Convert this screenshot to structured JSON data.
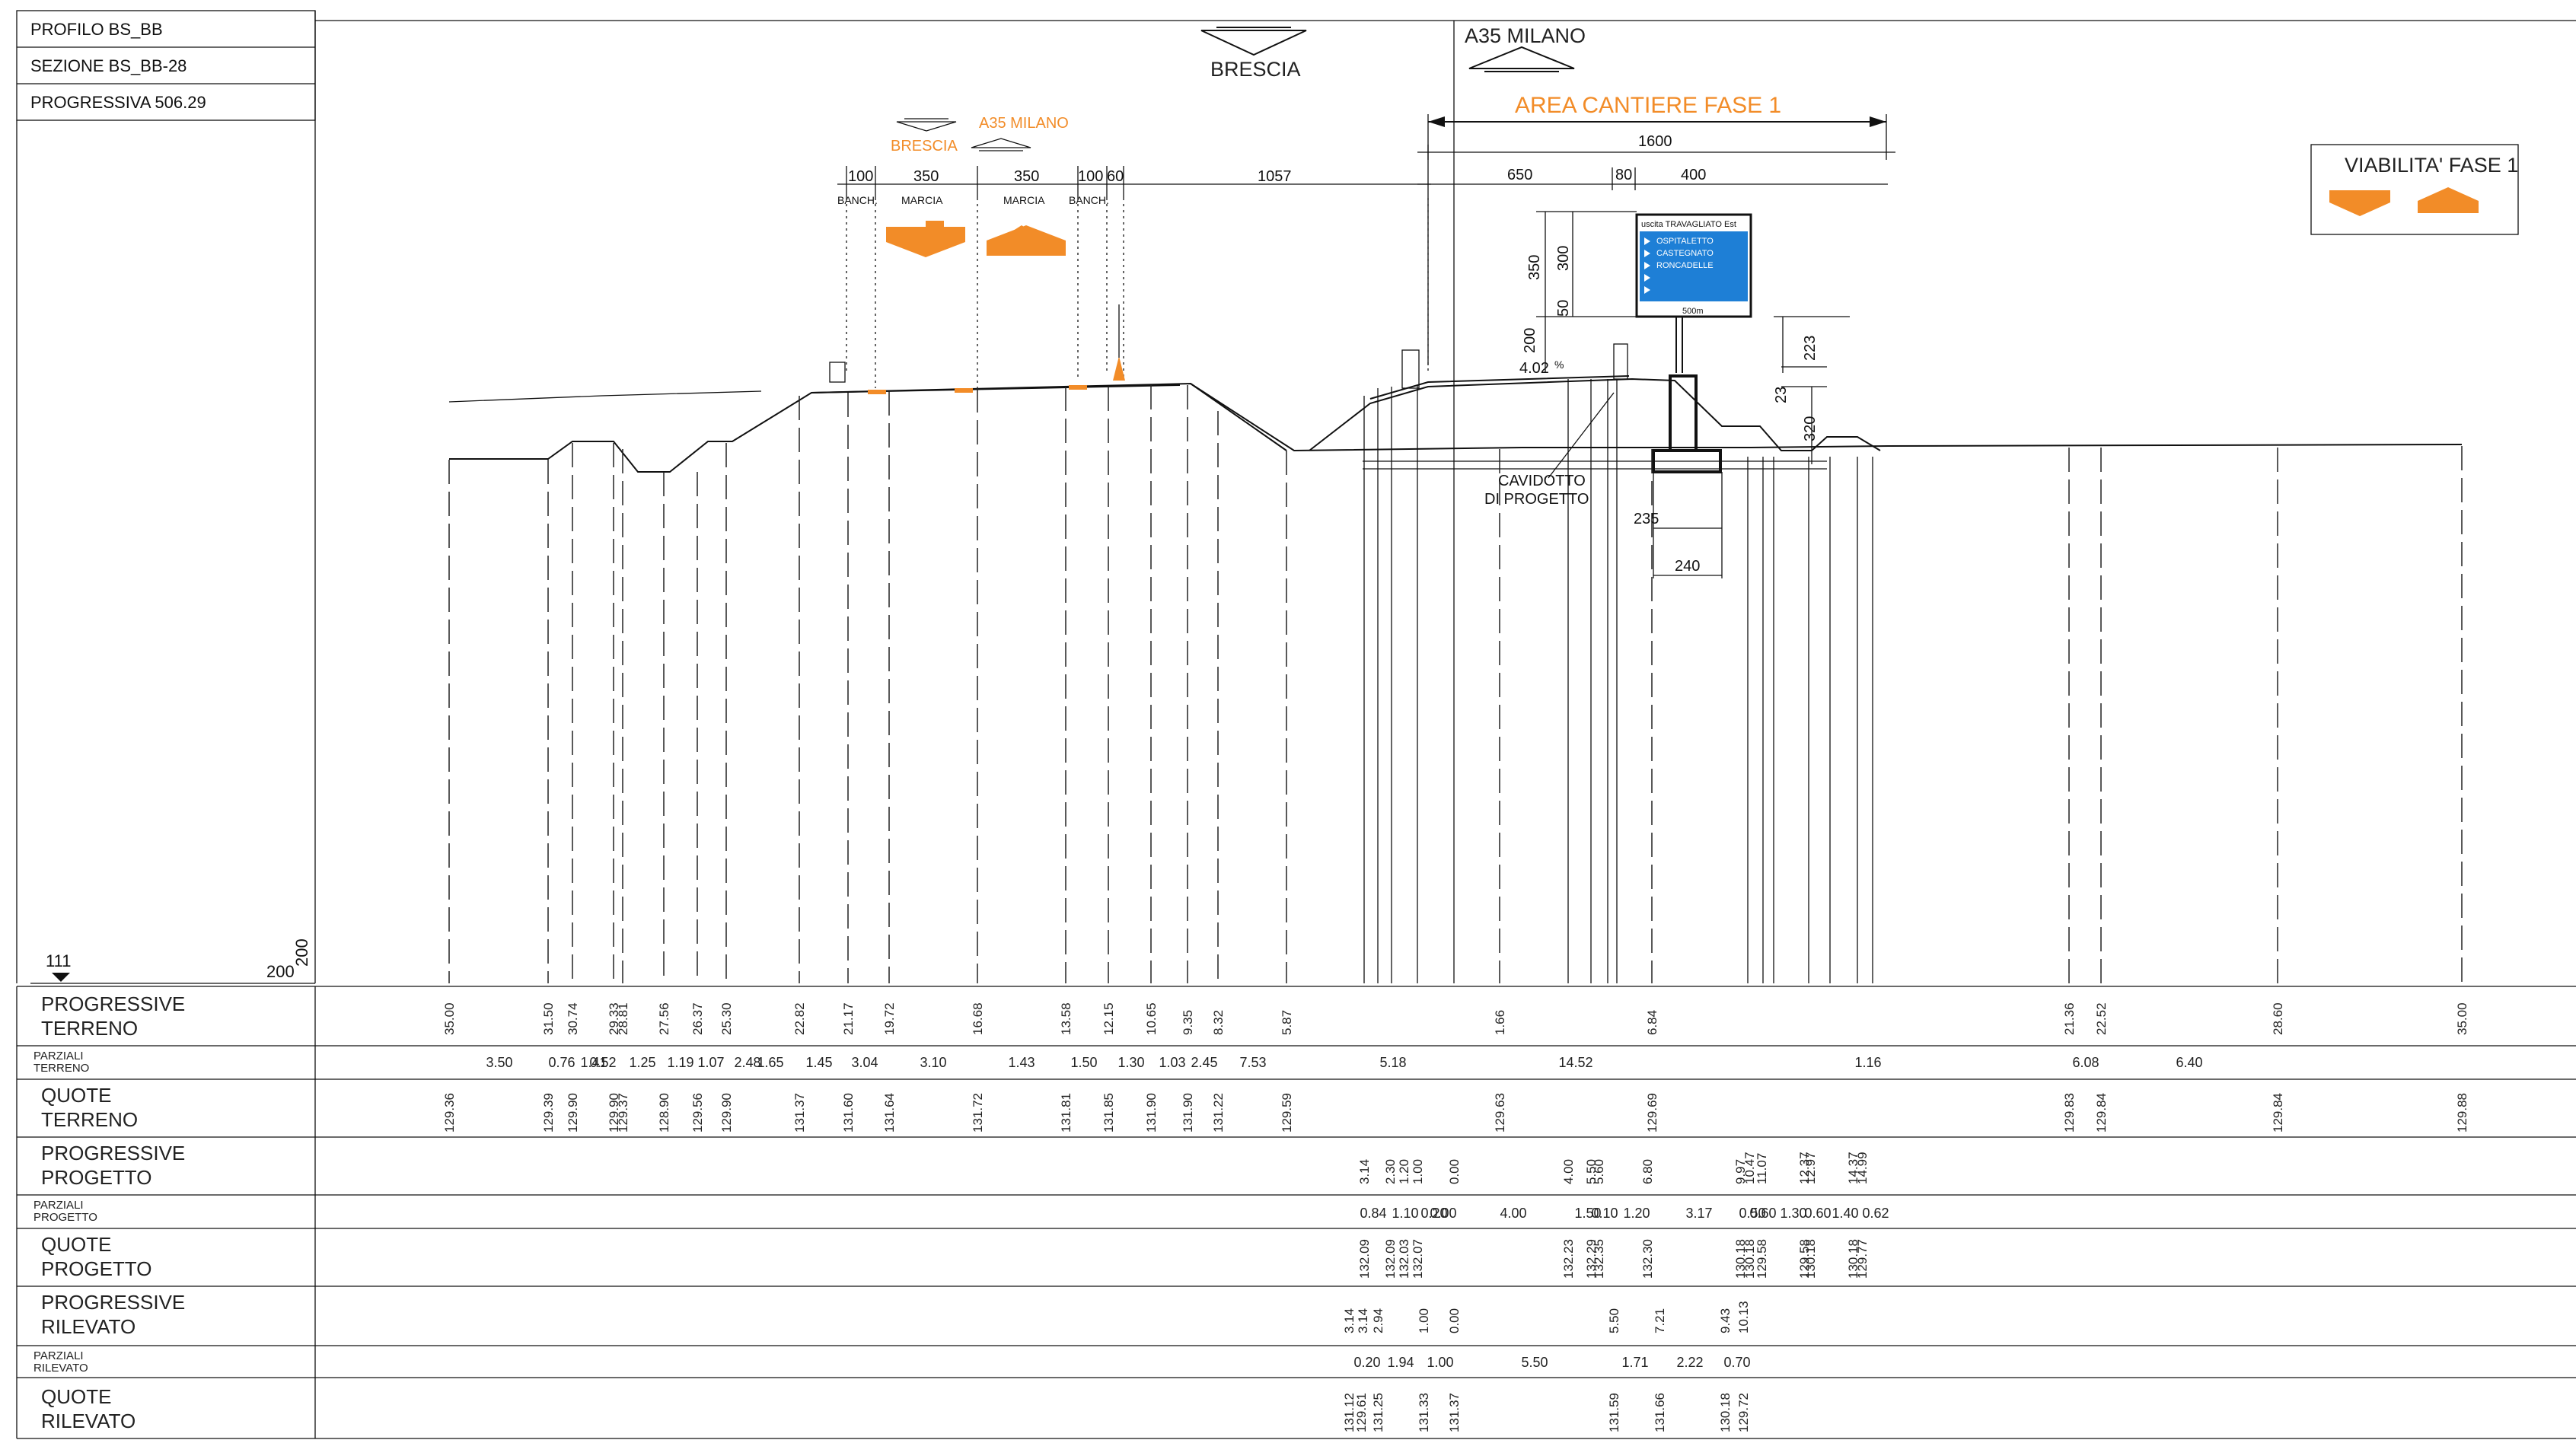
{
  "title_block": {
    "profilo": "PROFILO  BS_BB",
    "sezione": "SEZIONE  BS_BB-28",
    "progressiva": "PROGRESSIVA  506.29"
  },
  "ref": {
    "datum": "111",
    "scale_a": "200",
    "scale_b": "200"
  },
  "directions": {
    "brescia_top": "BRESCIA",
    "milano_top": "A35 MILANO",
    "brescia_small": "BRESCIA",
    "milano_small": "A35 MILANO"
  },
  "area_cantiere": {
    "label": "AREA CANTIERE FASE 1",
    "width": "1600",
    "dims": [
      "650",
      "80",
      "400"
    ]
  },
  "carriageway": {
    "dims": [
      "100",
      "350",
      "350",
      "100",
      "60",
      "1057"
    ],
    "labels": [
      "BANCH.",
      "MARCIA",
      "MARCIA",
      "BANCH."
    ]
  },
  "viabilita": {
    "label": "VIABILITA' FASE 1"
  },
  "sign": {
    "title": "uscita TRAVAGLIATO Est",
    "destinations": [
      "OSPITALETTO",
      "CASTEGNATO",
      "RONCADELLE"
    ],
    "distance": "500m",
    "dims": [
      "350",
      "300",
      "50",
      "200",
      "4.02",
      "223",
      "23",
      "320",
      "235",
      "240"
    ],
    "pct": "%"
  },
  "callout": {
    "line1": "CAVIDOTTO",
    "line2": "DI PROGETTO"
  },
  "colors": {
    "accent": "#f28c28",
    "sign_blue": "#1e7fd6",
    "line": "#111111"
  },
  "table": {
    "rows": [
      {
        "label1": "PROGRESSIVE",
        "label2": "TERRENO"
      },
      {
        "label1": "PARZIALI",
        "label2": "TERRENO"
      },
      {
        "label1": "QUOTE",
        "label2": "TERRENO"
      },
      {
        "label1": "PROGRESSIVE",
        "label2": "PROGETTO"
      },
      {
        "label1": "PARZIALI",
        "label2": "PROGETTO"
      },
      {
        "label1": "QUOTE",
        "label2": "PROGETTO"
      },
      {
        "label1": "PROGRESSIVE",
        "label2": "RILEVATO"
      },
      {
        "label1": "PARZIALI",
        "label2": "RILEVATO"
      },
      {
        "label1": "QUOTE",
        "label2": "RILEVATO"
      }
    ],
    "prog_terreno": [
      "35.00",
      "31.50",
      "30.74",
      "29.33",
      "28.81",
      "27.56",
      "26.37",
      "25.30",
      "22.82",
      "21.17",
      "19.72",
      "16.68",
      "13.58",
      "12.15",
      "10.65",
      "9.35",
      "8.32",
      "5.87",
      "1.66",
      "6.84",
      "21.36",
      "22.52",
      "28.60",
      "35.00"
    ],
    "parz_terreno": [
      "3.50",
      "0.76",
      "1.41",
      "0.52",
      "1.25",
      "1.19",
      "1.07",
      "2.48",
      "1.65",
      "1.45",
      "3.04",
      "3.10",
      "1.43",
      "1.50",
      "1.30",
      "1.03",
      "2.45",
      "7.53",
      "5.18",
      "14.52",
      "1.16",
      "6.08",
      "6.40"
    ],
    "quote_terreno": [
      "129.36",
      "129.39",
      "129.90",
      "129.90",
      "129.37",
      "128.90",
      "129.56",
      "129.90",
      "131.37",
      "131.60",
      "131.64",
      "131.72",
      "131.81",
      "131.85",
      "131.90",
      "131.90",
      "131.22",
      "129.59",
      "129.63",
      "129.69",
      "129.83",
      "129.84",
      "129.84",
      "129.88"
    ],
    "prog_progetto": [
      "3.14",
      "2.30",
      "1.20",
      "1.00",
      "0.00",
      "4.00",
      "5.50",
      "5.60",
      "6.80",
      "9.97",
      "10.47",
      "11.07",
      "12.37",
      "12.97",
      "14.37",
      "14.99"
    ],
    "parz_progetto": [
      "0.84",
      "1.10",
      "0.20",
      "0.00",
      "4.00",
      "1.50",
      "0.10",
      "1.20",
      "3.17",
      "0.50",
      "0.60",
      "1.30",
      "0.60",
      "1.40",
      "0.62"
    ],
    "quote_progetto": [
      "132.09",
      "132.09",
      "132.03",
      "132.07",
      "132.23",
      "132.29",
      "132.35",
      "132.30",
      "130.18",
      "130.18",
      "129.58",
      "129.58",
      "130.18",
      "130.18",
      "129.77"
    ],
    "prog_rilevato": [
      "3.14",
      "3.14",
      "2.94",
      "1.00",
      "0.00",
      "5.50",
      "7.21",
      "9.43",
      "10.13"
    ],
    "parz_rilevato": [
      "0.20",
      "1.94",
      "1.00",
      "5.50",
      "1.71",
      "2.22",
      "0.70"
    ],
    "quote_rilevato": [
      "131.12",
      "129.61",
      "131.25",
      "131.33",
      "131.37",
      "131.59",
      "131.66",
      "130.18",
      "129.72"
    ]
  }
}
